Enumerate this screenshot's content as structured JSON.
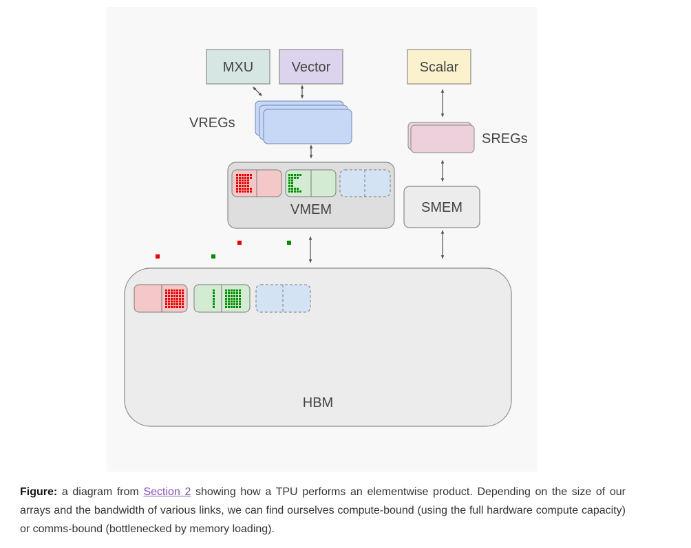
{
  "diagram": {
    "units": {
      "mxu": "MXU",
      "vector": "Vector",
      "scalar": "Scalar"
    },
    "registers": {
      "vregs": "VREGs",
      "sregs": "SREGs"
    },
    "memories": {
      "vmem": "VMEM",
      "smem": "SMEM",
      "hbm": "HBM"
    },
    "colors": {
      "background": "#f8f8f8",
      "mxu_fill": "#d6e6e3",
      "vector_fill": "#dcd3ec",
      "scalar_fill": "#fcf1cd",
      "vreg_fill": "#c6d8f5",
      "sreg_fill": "#ecd0db",
      "memory_fill": "#dedede",
      "hbm_fill": "#ececec",
      "red_tile": "#e60000",
      "red_block": "#f4c8c8",
      "green_tile": "#008c00",
      "green_block": "#d3ebd3",
      "blue_block": "#d4e3f4"
    },
    "icons": [
      "resize-arrow-icon",
      "double-arrow-icon"
    ]
  },
  "caption": {
    "lead": "Figure:",
    "pre_link": " a diagram from ",
    "link_text": "Section 2",
    "post_link": " showing how a TPU performs an elementwise product. Depending on the size of our arrays and the bandwidth of various links, we can find ourselves compute-bound (using the full hardware compute capacity) or comms-bound (bottlenecked by memory loading)."
  }
}
